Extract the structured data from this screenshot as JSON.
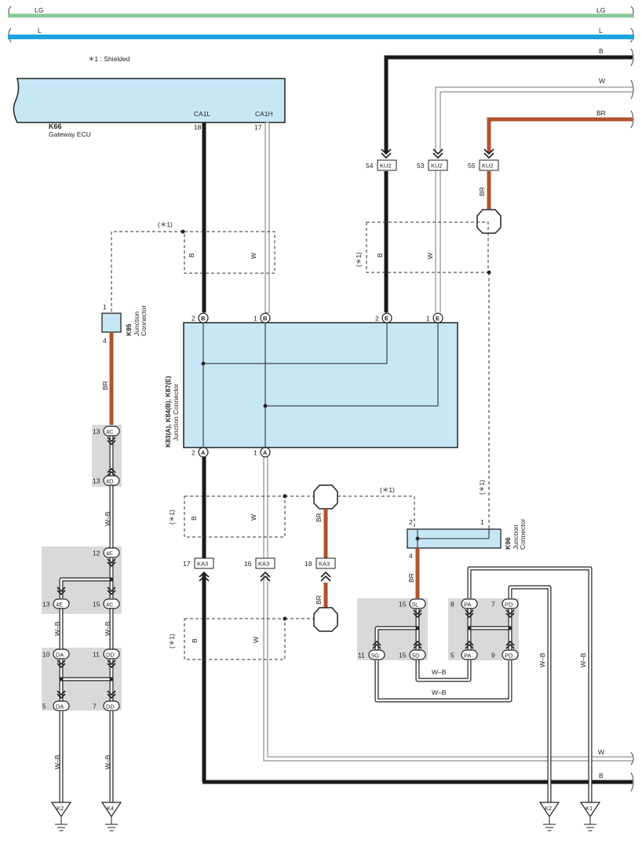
{
  "colors": {
    "lg": "#88c79a",
    "l": "#1fa3e0",
    "black": "#1a1a1a",
    "brown": "#b0532e",
    "white_wire": "#ffffff",
    "box_fill": "#c7e7f7",
    "grey_fill": "#d9d9d9"
  },
  "legend": "＊1 : Shielded",
  "bus": {
    "lg_left": "LG",
    "lg_right": "LG",
    "l_left": "L",
    "l_right": "L"
  },
  "wire_colors": {
    "b": "B",
    "w": "W",
    "br": "BR",
    "w_b": "W–B"
  },
  "ecu": {
    "id": "K66",
    "name": "Gateway ECU",
    "pin_left_label": "CA1L",
    "pin_right_label": "CA1H",
    "pin_left": "18",
    "pin_right": "17"
  },
  "shield_mark": "(＊1)",
  "k95": {
    "id": "K95",
    "name1": "Junction",
    "name2": "Connector",
    "pin_top": "1",
    "pin_bottom": "4"
  },
  "main_jc": {
    "id": "K83(A), K84(B), K87(E)",
    "name": "Junction Connector",
    "pins": {
      "b2": "2",
      "b1": "1",
      "e2": "2",
      "e1": "1",
      "a2": "2",
      "a1": "1"
    },
    "letters": {
      "b": "B",
      "e": "E",
      "a": "A"
    }
  },
  "ku2": {
    "label": "KU2",
    "pins": [
      "54",
      "53",
      "55"
    ]
  },
  "ka3": {
    "label": "KA3",
    "pins": [
      "17",
      "16",
      "18"
    ]
  },
  "k96": {
    "id": "K96",
    "name1": "Junction",
    "name2": "Connector",
    "pin2": "2",
    "pin1": "1",
    "pin4": "4"
  },
  "left_connectors": {
    "c4c_top": {
      "pin": "13",
      "label": "4C"
    },
    "c4d": {
      "pin": "13",
      "label": "4D"
    },
    "c4f": {
      "pin": "12",
      "label": "4F"
    },
    "c4e": {
      "pin": "13",
      "label": "4E"
    },
    "c4c_bot": {
      "pin": "15",
      "label": "4C"
    },
    "da_top": {
      "pin": "10",
      "label": "DA"
    },
    "dd_top": {
      "pin": "11",
      "label": "DD"
    },
    "da_bot": {
      "pin": "5",
      "label": "DA"
    },
    "dd_bot": {
      "pin": "7",
      "label": "DD"
    }
  },
  "right_connectors": {
    "c5l": {
      "pin": "15",
      "label": "5L"
    },
    "c5g": {
      "pin": "11",
      "label": "5G"
    },
    "c5d": {
      "pin": "15",
      "label": "5D"
    },
    "pa_top": {
      "pin": "8",
      "label": "PA"
    },
    "pd_top": {
      "pin": "7",
      "label": "PD"
    },
    "pa_bot": {
      "pin": "5",
      "label": "PA"
    },
    "pd_bot": {
      "pin": "9",
      "label": "PD"
    }
  },
  "grounds": [
    "K2",
    "K4",
    "K2",
    "K1"
  ]
}
